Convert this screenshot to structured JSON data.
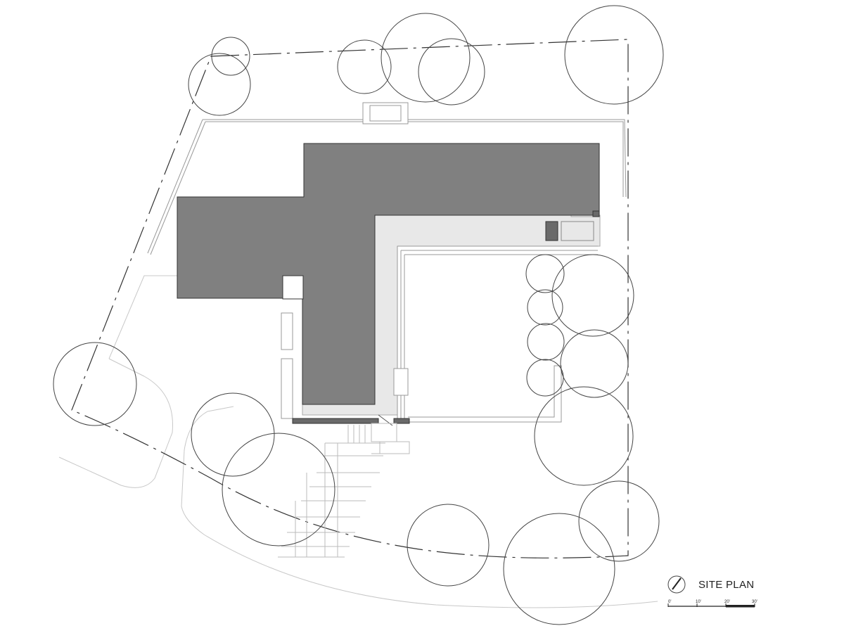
{
  "title": "SITE PLAN",
  "scale_bar": {
    "labels": [
      "0'",
      "10'",
      "20'",
      "30'"
    ]
  },
  "colors": {
    "building": "#808080",
    "paving": "#e8e8e8",
    "line": "#555555",
    "light_line": "#bbbbbb",
    "dark_fill": "#6a6a6a"
  },
  "icons": {
    "north_arrow": "north-arrow-icon"
  }
}
